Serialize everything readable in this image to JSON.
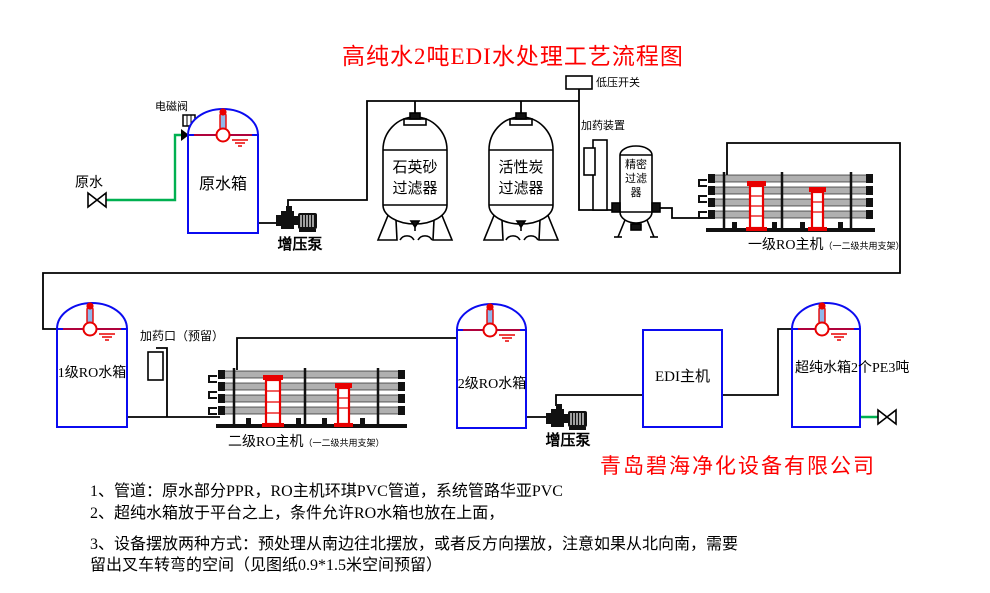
{
  "title": "高纯水2吨EDI水处理工艺流程图",
  "company": "青岛碧海净化设备有限公司",
  "labels": {
    "raw_water": "原水",
    "solenoid_valve": "电磁阀",
    "raw_water_tank": "原水箱",
    "booster_pump_1": "增压泵",
    "quartz_filter_line1": "石英砂",
    "quartz_filter_line2": "过滤器",
    "carbon_filter_line1": "活性炭",
    "carbon_filter_line2": "过滤器",
    "low_pressure_switch": "低压开关",
    "dosing_device": "加药装置",
    "precision_filter_line1": "精密",
    "precision_filter_line2": "过滤",
    "precision_filter_line3": "器",
    "ro1_main": "一级RO主机",
    "ro1_note": "（一二级共用支架）",
    "ro1_tank": "1级RO水箱",
    "dosing_port": "加药口（预留）",
    "ro2_main": "二级RO主机",
    "ro2_note": "（一二级共用支架）",
    "ro2_tank": "2级RO水箱",
    "booster_pump_2": "增压泵",
    "edi_unit": "EDI主机",
    "pure_tank": "超纯水箱2个PE3吨"
  },
  "notes": [
    "1、管道：原水部分PPR，RO主机环琪PVC管道，系统管路华亚PVC",
    "2、超纯水箱放于平台之上，条件允许RO水箱也放在上面，",
    "3、设备摆放两种方式：预处理从南边往北摆放，或者反方向摆放，注意如果从北向南，需要",
    "留出叉车转弯的空间（见图纸0.9*1.5米空间预留）"
  ],
  "colors": {
    "accent_red": "#fe0000",
    "tank_blue": "#0b0bf0",
    "pipe_green": "#00b050",
    "pipe_black": "#000000",
    "pump_red": "#e80000"
  }
}
